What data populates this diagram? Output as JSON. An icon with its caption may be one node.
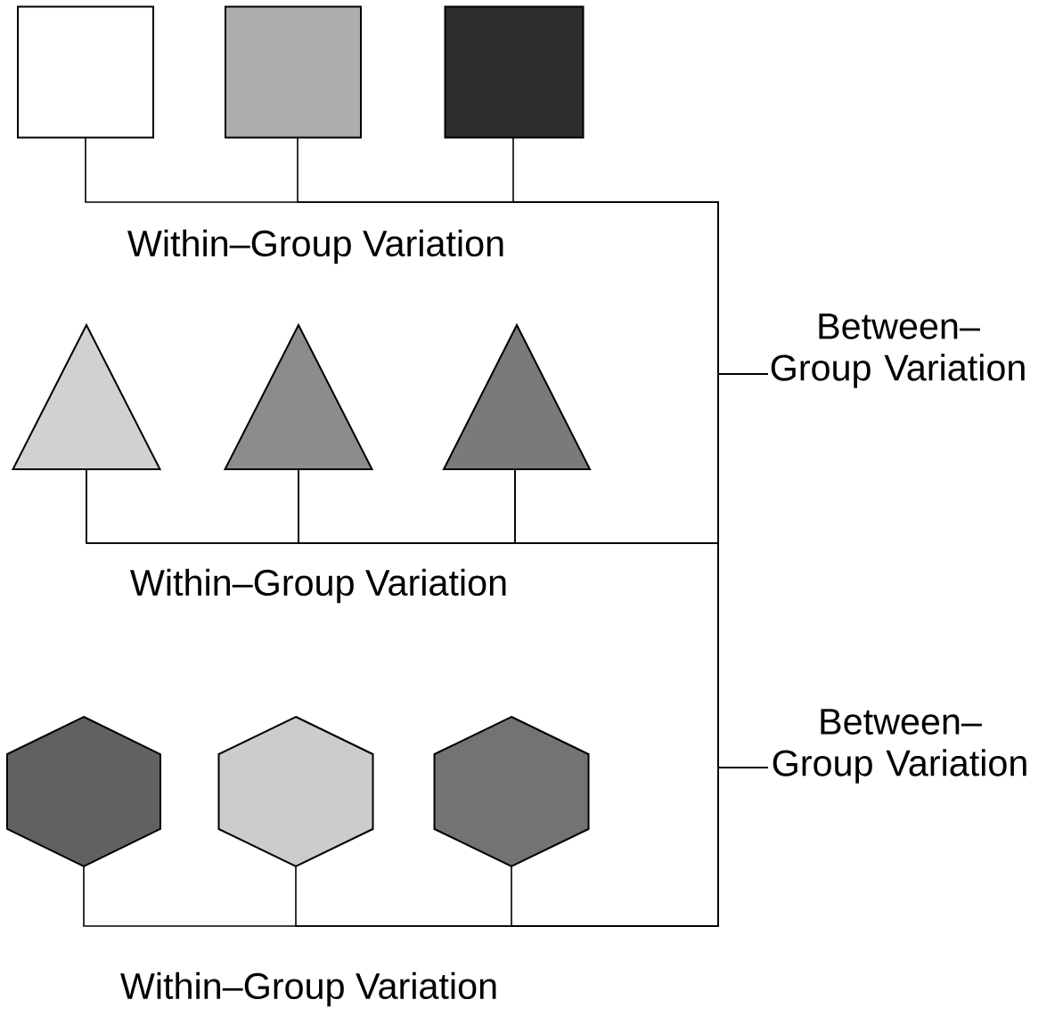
{
  "diagram": {
    "nodes": [
      {
        "text": [],
        "shape": "box"
      },
      {
        "text": [],
        "shape": "box"
      },
      {
        "text": [],
        "shape": "box"
      },
      {
        "text": [],
        "shape": "triangle"
      },
      {
        "text": [],
        "shape": "triangle"
      },
      {
        "text": [],
        "shape": "triangle"
      },
      {
        "text": [],
        "shape": "hexagon"
      },
      {
        "text": [],
        "shape": "hexagon"
      },
      {
        "text": [],
        "shape": "hexagon"
      },
      {
        "text": [
          "Between–Group Variation"
        ]
      },
      {
        "text": [
          "Between–Group Variation"
        ]
      }
    ],
    "edges": [
      {
        "from": 0,
        "to": 9,
        "arrow": "none"
      },
      {
        "from": 1,
        "to": 9,
        "arrow": "none"
      },
      {
        "from": 2,
        "to": 9,
        "arrow": "none"
      },
      {
        "from": 3,
        "to": 9,
        "arrow": "none"
      },
      {
        "from": 4,
        "to": 9,
        "arrow": "none"
      },
      {
        "from": 5,
        "to": 9,
        "arrow": "none"
      },
      {
        "from": 3,
        "to": 10,
        "arrow": "none"
      },
      {
        "from": 4,
        "to": 10,
        "arrow": "none"
      },
      {
        "from": 5,
        "to": 10,
        "arrow": "none"
      },
      {
        "from": 6,
        "to": 10,
        "arrow": "none"
      },
      {
        "from": 7,
        "to": 10,
        "arrow": "none"
      },
      {
        "from": 8,
        "to": 10,
        "arrow": "none"
      }
    ],
    "labels": [
      "Within–Group Variation",
      "Within–Group Variation",
      "Within–Group Variation"
    ]
  }
}
